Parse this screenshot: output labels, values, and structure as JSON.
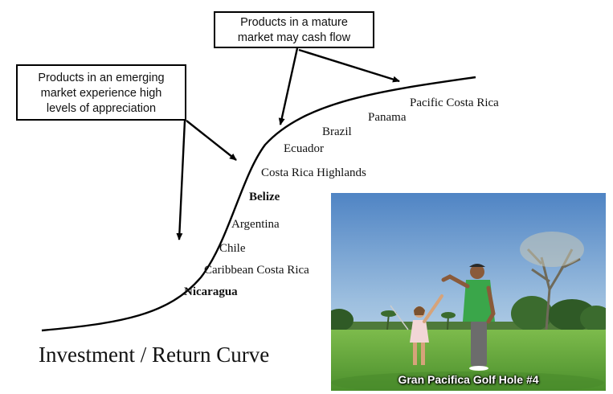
{
  "diagram": {
    "title": "Investment / Return Curve",
    "callouts": {
      "emerging": [
        "Products in an emerging",
        "market experience high",
        "levels of appreciation"
      ],
      "mature": [
        "Products in a mature",
        "market may cash flow"
      ]
    },
    "countries": [
      {
        "label": "Pacific Costa Rica",
        "bold": false
      },
      {
        "label": "Panama",
        "bold": false
      },
      {
        "label": "Brazil",
        "bold": false
      },
      {
        "label": "Ecuador",
        "bold": false
      },
      {
        "label": "Costa Rica Highlands",
        "bold": false
      },
      {
        "label": "Belize",
        "bold": true
      },
      {
        "label": "Argentina",
        "bold": false
      },
      {
        "label": "Chile",
        "bold": false
      },
      {
        "label": "Caribbean Costa Rica",
        "bold": false
      },
      {
        "label": "Nicaragua",
        "bold": true
      }
    ]
  },
  "photo": {
    "caption": "Gran Pacifica Golf Hole #4"
  },
  "colors": {
    "line": "#000000",
    "sky_top": "#4f84c4",
    "sky_bottom": "#cfe0ee",
    "grass": "#5fa83a",
    "shirt": "#3aa64a"
  }
}
